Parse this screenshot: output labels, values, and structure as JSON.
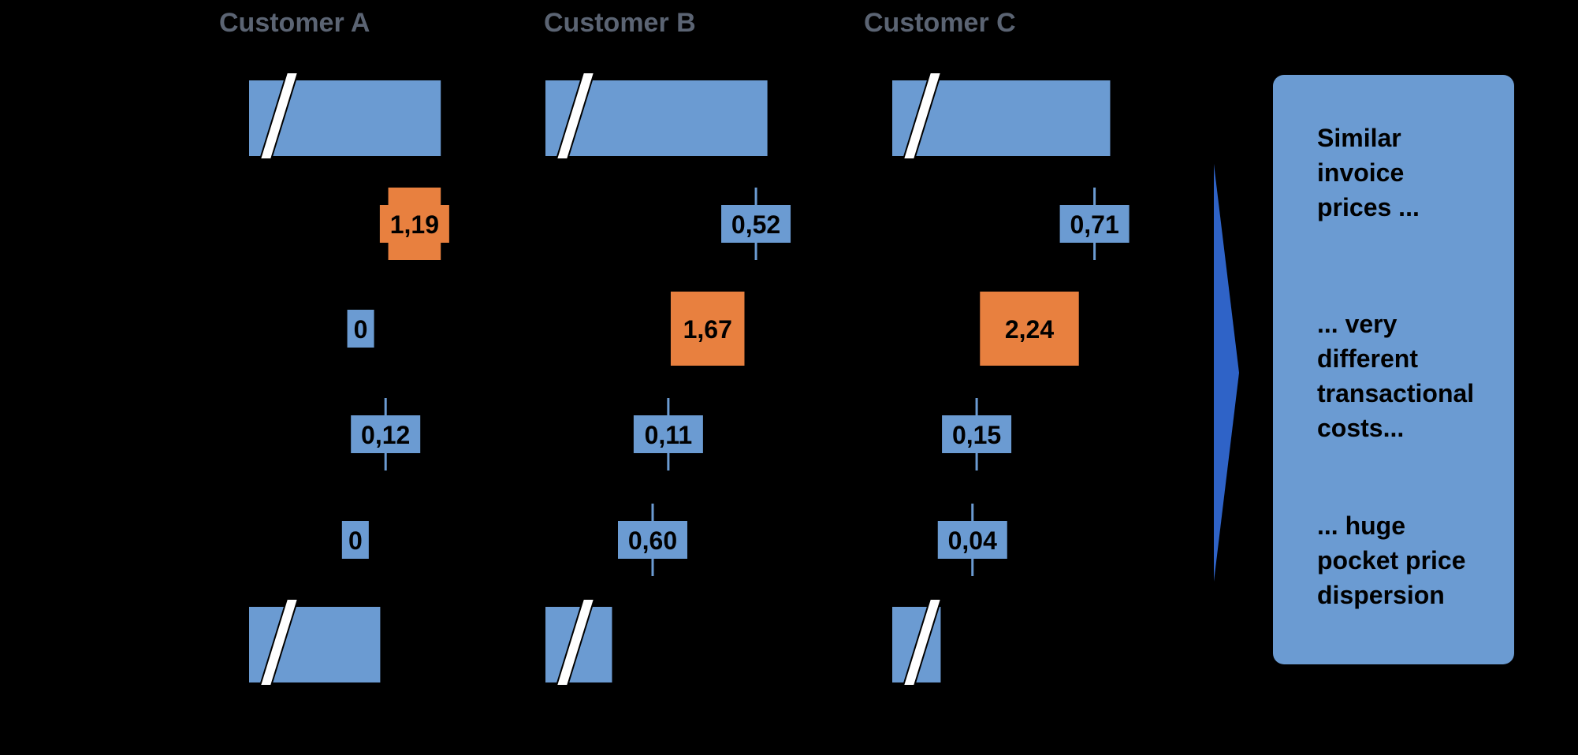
{
  "colors": {
    "background": "#000000",
    "base_bar": "#6b9bd2",
    "cost_bar": "#e8803f",
    "small_cost": "#6b9bd2",
    "title_text": "#5b6473",
    "arrow": "#2f63c7",
    "summary_box": "#6b9bd2"
  },
  "summary": {
    "line1": "Similar\ninvoice\nprices ...",
    "line2": "... very\ndifferent\ntransactional\ncosts...",
    "line3": "... huge\npocket price\ndispersion"
  },
  "chart_data": {
    "type": "bar",
    "title": "",
    "customers": [
      {
        "name": "Customer A",
        "invoice_value": 190,
        "pocket_value": 130,
        "costs": [
          {
            "label": "1,19",
            "value": 1.19,
            "highlight": true
          },
          {
            "label": "0",
            "value": 0,
            "highlight": false
          },
          {
            "label": "0,12",
            "value": 0.12,
            "highlight": false
          },
          {
            "label": "0",
            "value": 0,
            "highlight": false
          }
        ]
      },
      {
        "name": "Customer B",
        "invoice_value": 220,
        "pocket_value": 66,
        "costs": [
          {
            "label": "0,52",
            "value": 0.52,
            "highlight": false,
            "outlined": true
          },
          {
            "label": "1,67",
            "value": 1.67,
            "highlight": true
          },
          {
            "label": "0,11",
            "value": 0.11,
            "highlight": false
          },
          {
            "label": "0,60",
            "value": 0.6,
            "highlight": true
          }
        ]
      },
      {
        "name": "Customer C",
        "invoice_value": 216,
        "pocket_value": 48,
        "costs": [
          {
            "label": "0,71",
            "value": 0.71,
            "highlight": false
          },
          {
            "label": "2,24",
            "value": 2.24,
            "highlight": true
          },
          {
            "label": "0,15",
            "value": 0.15,
            "highlight": false
          },
          {
            "label": "0,04",
            "value": 0.04,
            "highlight": false
          }
        ]
      }
    ]
  }
}
